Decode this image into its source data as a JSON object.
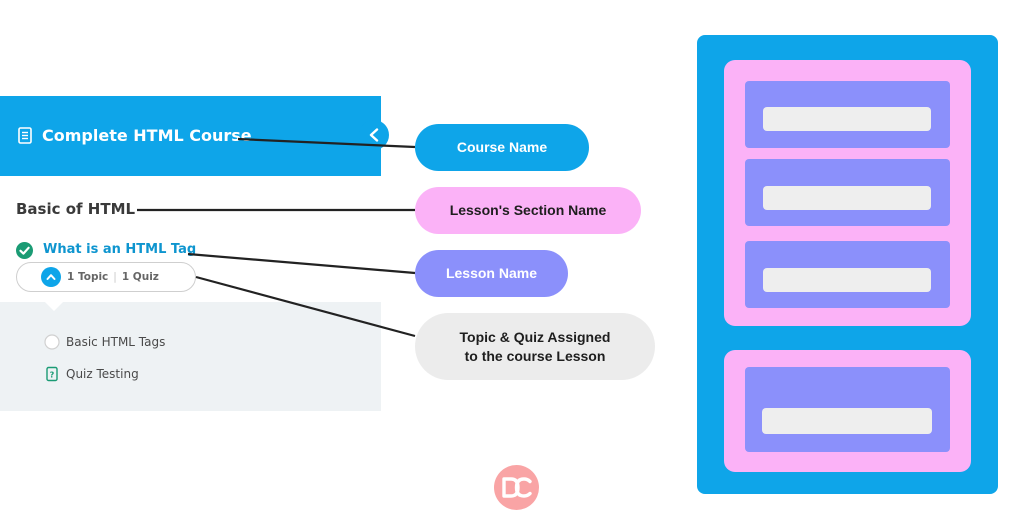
{
  "lms_panel": {
    "course_title": "Complete HTML Course",
    "section_title": "Basic of HTML",
    "lesson_title": "What is an HTML Tag",
    "lesson_meta": {
      "topic_count": "1 Topic",
      "separator": "|",
      "quiz_count": "1 Quiz"
    },
    "topics": [
      {
        "label": "Basic HTML Tags",
        "icon": "circle-outline-icon"
      },
      {
        "label": "Quiz Testing",
        "icon": "quiz-icon"
      }
    ]
  },
  "legend": {
    "course": "Course Name",
    "section": "Lesson's Section Name",
    "lesson": "Lesson Name",
    "topic_quiz_line1": "Topic & Quiz Assigned",
    "topic_quiz_line2": "to the course Lesson"
  },
  "structure": {
    "sections": [
      {
        "lessons": 3
      },
      {
        "lessons": 1
      }
    ]
  },
  "watermark": {
    "text": "DC"
  },
  "colors": {
    "course": "#0ea5e9",
    "section": "#fbb2f7",
    "lesson": "#8b90fb",
    "topic": "#eeeeee",
    "lesson_link": "#0e95cf",
    "check": "#1a9b74",
    "logo": "#f9a4a5"
  }
}
